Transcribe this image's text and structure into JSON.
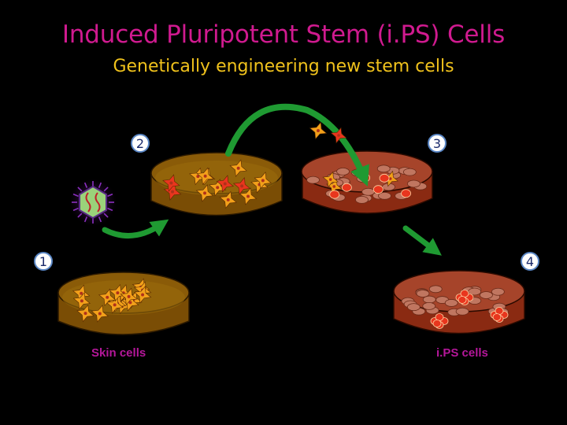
{
  "slide": {
    "title": "Induced Pluripotent Stem (i.PS) Cells",
    "subtitle": "Genetically engineering new stem cells",
    "colors": {
      "title": "#d01a8f",
      "subtitle": "#f0c21c",
      "caption": "#b5179a",
      "arrow": "#1f9a32",
      "skin_cell": "#f2a01a",
      "ips_cell": "#e8361e"
    }
  },
  "steps": [
    {
      "number": "1"
    },
    {
      "number": "2"
    },
    {
      "number": "3"
    },
    {
      "number": "4"
    }
  ],
  "captions": {
    "skin": "Skin cells",
    "ips": "i.PS cells"
  }
}
